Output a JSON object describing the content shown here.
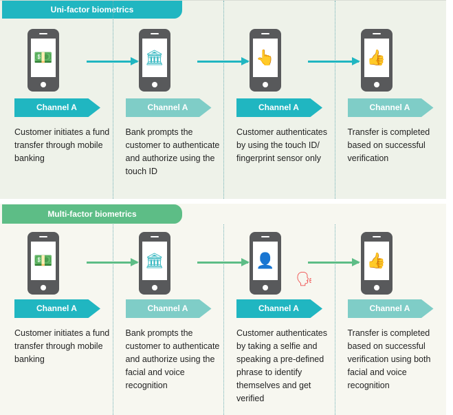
{
  "colors": {
    "teal": "#20b6c1",
    "light_teal": "#7fcdc7",
    "green": "#5dbd86",
    "phone": "#58595b"
  },
  "uni": {
    "title": "Uni-factor biometrics",
    "steps": [
      {
        "channel": "Channel A",
        "icon": "money-icon",
        "text": "Customer initiates a fund transfer through mobile banking"
      },
      {
        "channel": "Channel A",
        "icon": "bank-icon",
        "text": "Bank prompts the customer to authenticate and authorize using the touch ID"
      },
      {
        "channel": "Channel A",
        "icon": "fingerprint-touch-icon",
        "text": "Customer authenticates by using the touch ID/ fingerprint sensor only"
      },
      {
        "channel": "Channel A",
        "icon": "thumbs-up-icon",
        "text": "Transfer is completed based on successful verification"
      }
    ]
  },
  "multi": {
    "title": "Multi-factor biometrics",
    "steps": [
      {
        "channel": "Channel A",
        "icon": "money-icon",
        "text": "Customer initiates a fund transfer through mobile banking"
      },
      {
        "channel": "Channel A",
        "icon": "bank-icon",
        "text": "Bank prompts the customer to authenticate and authorize using the facial and voice recognition"
      },
      {
        "channel": "Channel A",
        "icon": "face-scan-icon",
        "text": "Customer authenticates by taking a selfie and speaking a pre-defined phrase to identify themselves and get verified"
      },
      {
        "channel": "Channel A",
        "icon": "thumbs-up-icon",
        "text": "Transfer is completed based on successful verification using both facial and voice recognition"
      }
    ]
  }
}
